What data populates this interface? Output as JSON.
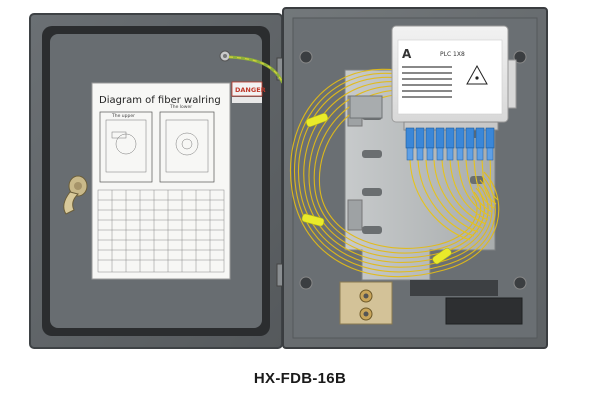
{
  "product": {
    "model_caption": "HX-FDB-16B"
  },
  "door": {
    "diagram_title": "Diagram of fiber walring",
    "danger_label": "DANGER",
    "sub_label_left": "The upper",
    "sub_label_right": "The lower"
  },
  "splitter_module": {
    "label": "PLC 1X8",
    "brand_mark": "A",
    "laser_warning_icon": "laser-warning-icon"
  },
  "colors": {
    "enclosure": "#5f6468",
    "enclosure_inner": "#6c7175",
    "mount_plate": "#b9bcbd",
    "fiber": "#e8c21a",
    "adapter": "#3b87d8",
    "cable_tie": "#e6e81c"
  }
}
